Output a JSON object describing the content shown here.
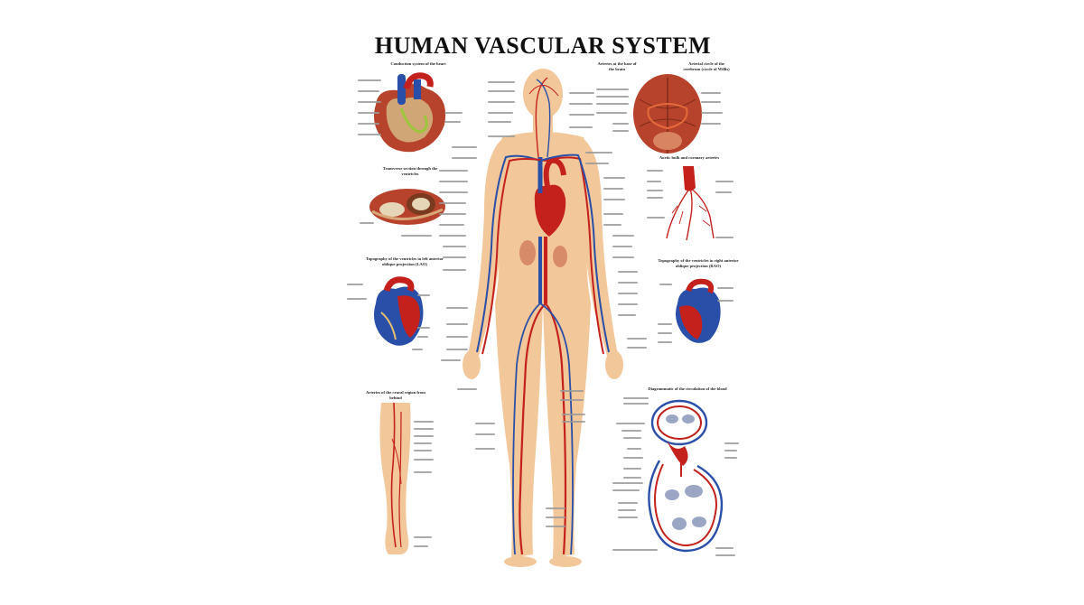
{
  "poster": {
    "title": "HUMAN VASCULAR SYSTEM",
    "panels": {
      "conduction": "Conduction system of the heart",
      "transverse": "Transverse section through the ventricles",
      "lao": "Topography of the ventricles in left anterior oblique projection (LAO)",
      "crural": "Arteries of the crural region from behind",
      "base_brain": "Arteries at the base of the brain",
      "willis": "Arterial circle of the cerebrum (circle of Willis)",
      "aortic": "Aortic bulb and coronary arteries",
      "rao": "Topography of the ventricles in right anterior oblique projection (RAO)",
      "diagram": "Diagrammatic of the circulation of the blood"
    }
  },
  "colors": {
    "artery": "#c4201c",
    "vein": "#2a4fa8",
    "skin": "#f2c79a",
    "muscle": "#b8432c",
    "leader": "#9a9a9a"
  }
}
